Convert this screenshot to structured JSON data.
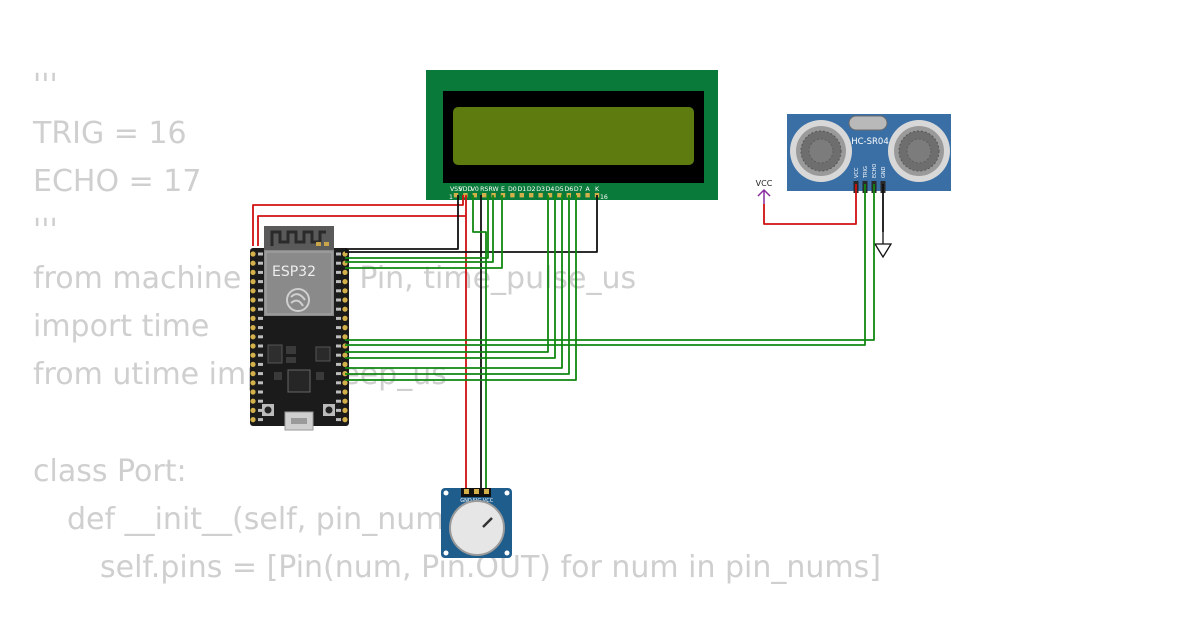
{
  "code_lines": [
    {
      "text": "'''",
      "indent": 0
    },
    {
      "text": "TRIG = 16",
      "indent": 0
    },
    {
      "text": "ECHO = 17",
      "indent": 0
    },
    {
      "text": "'''",
      "indent": 0
    },
    {
      "text": "from machine import Pin, time_pulse_us",
      "indent": 0
    },
    {
      "text": "import time",
      "indent": 0
    },
    {
      "text": "from utime import sleep_us",
      "indent": 0
    },
    {
      "text": "",
      "indent": 0
    },
    {
      "text": "class Port:",
      "indent": 0
    },
    {
      "text": "def __init__(self, pin_nums):",
      "indent": 1
    },
    {
      "text": "self.pins = [Pin(num, Pin.OUT) for num in pin_nums]",
      "indent": 2
    }
  ],
  "esp32": {
    "label": "ESP32"
  },
  "lcd": {
    "pins": [
      "VSS",
      "VDD",
      "V0",
      "RS",
      "RW",
      "E",
      "D0",
      "D1",
      "D2",
      "D3",
      "D4",
      "D5",
      "D6",
      "D7",
      "A",
      "K"
    ],
    "pin_one": "1",
    "pin_last": "16"
  },
  "hcsr04": {
    "label": "HC-SR04",
    "pins": [
      "VCC",
      "TRIG",
      "ECHO",
      "GND"
    ]
  },
  "vcc_label": "VCC",
  "potentiometer": {
    "pins": [
      "GND",
      "SIG",
      "VCC"
    ]
  },
  "colors": {
    "code_text": "#cfcfcf",
    "wire_red": "#d01010",
    "wire_green": "#118811",
    "wire_black": "#111111",
    "lcd_board": "#0a7a3a",
    "lcd_screen": "#5e7b10",
    "sensor_board": "#3a6fa6",
    "pot_board": "#1f5d8c",
    "vcc_symbol": "#8a2b9e"
  }
}
